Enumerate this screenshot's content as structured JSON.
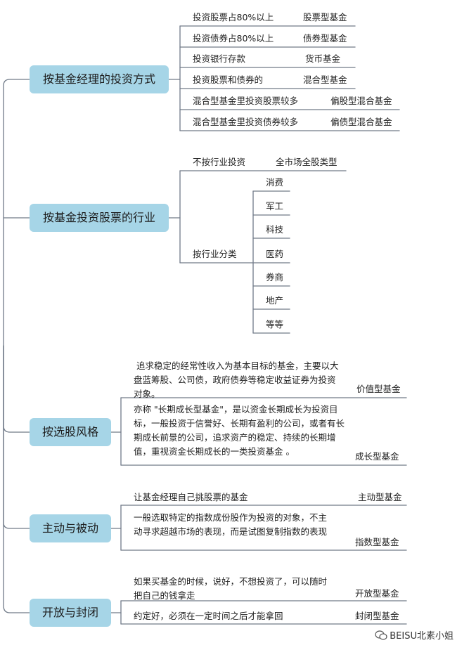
{
  "branches": {
    "b1": "按基金经理的投资方式",
    "b2": "按基金投资股票的行业",
    "b3": "按选股风格",
    "b4": "主动与被动",
    "b5": "开放与封闭"
  },
  "b1": {
    "rows": [
      {
        "desc": "投资股票占80%以上",
        "type": "股票型基金"
      },
      {
        "desc": "投资债券占80%以上",
        "type": "债券型基金"
      },
      {
        "desc": "投资银行存款",
        "type": "货币基金"
      },
      {
        "desc": "投资股票和债券的",
        "type": "混合型基金"
      },
      {
        "desc": "混合型基金里投资股票较多",
        "type": "偏股型混合基金"
      },
      {
        "desc": "混合型基金里投资债券较多",
        "type": "偏债型混合基金"
      }
    ]
  },
  "b2": {
    "no_industry": "不按行业投资",
    "no_industry_type": "全市场全股类型",
    "by_industry": "按行业分类",
    "industries": [
      "消费",
      "军工",
      "科技",
      "医药",
      "券商",
      "地产",
      "等等"
    ]
  },
  "b3": {
    "value_desc": "追求稳定的经常性收入为基本目标的基金，主要以大盘蓝筹股、公司债，政府债券等稳定收益证券为投资对象。",
    "value_type": "价值型基金",
    "growth_desc": "亦称 \"长期成长型基金\"，是以资金长期成长为投资目标，一般投资于信誉好、长期有盈利的公司，或者有长期成长前景的公司，追求资产的稳定、持续的长期增值，重视资金长期成长的一类投资基金 。",
    "growth_type": "成长型基金"
  },
  "b4": {
    "active_desc": "让基金经理自己挑股票的基金",
    "active_type": "主动型基金",
    "index_desc": "一般选取特定的指数成份股作为投资的对象，不主动寻求超越市场的表现，而是试图复制指数的表现",
    "index_type": "指数型基金"
  },
  "b5": {
    "open_desc": "如果买基金的时候，说好，不想投资了，可以随时把自己的钱拿走",
    "open_type": "开放型基金",
    "closed_desc": "约定好，必须在一定时间之后才能拿回",
    "closed_type": "封闭型基金"
  },
  "watermark": "BEISU北素小姐",
  "colors": {
    "branch_fill": "#a6d5e7",
    "line": "#707a88"
  }
}
